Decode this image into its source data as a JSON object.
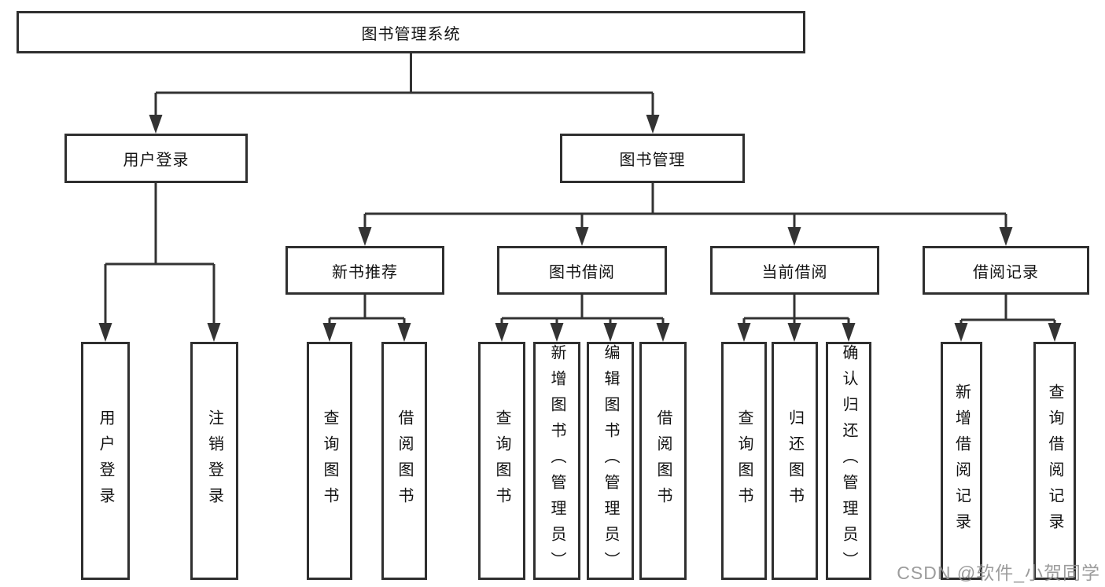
{
  "diagram": {
    "nodes": {
      "root": "图书管理系统",
      "user_login": "用户登录",
      "book_management": "图书管理",
      "new_book_recommend": "新书推荐",
      "book_borrow": "图书借阅",
      "current_borrow": "当前借阅",
      "borrow_record": "借阅记录",
      "ul_user_login": "用户登录",
      "ul_logout": "注销登录",
      "nb_query_book": "查询图书",
      "nb_borrow_book": "借阅图书",
      "bb_query_book": "查询图书",
      "bb_add_book_admin": "新增图书（管理员）",
      "bb_edit_book_admin": "编辑图书（管理员）",
      "bb_borrow_book": "借阅图书",
      "cb_query_book": "查询图书",
      "cb_return_book": "归还图书",
      "cb_confirm_return_admin": "确认归还（管理员）",
      "br_add_record": "新增借阅记录",
      "br_query_record": "查询借阅记录"
    },
    "hierarchy": {
      "图书管理系统": {
        "用户登录": [
          "用户登录",
          "注销登录"
        ],
        "图书管理": {
          "新书推荐": [
            "查询图书",
            "借阅图书"
          ],
          "图书借阅": [
            "查询图书",
            "新增图书（管理员）",
            "编辑图书（管理员）",
            "借阅图书"
          ],
          "当前借阅": [
            "查询图书",
            "归还图书",
            "确认归还（管理员）"
          ],
          "借阅记录": [
            "新增借阅记录",
            "查询借阅记录"
          ]
        }
      }
    },
    "watermark": "CSDN @软件_小贺同学",
    "colors": {
      "line": "#333333",
      "border": "#2f2f2f",
      "text": "#121212",
      "background": "#ffffff",
      "watermark": "#919191"
    }
  }
}
